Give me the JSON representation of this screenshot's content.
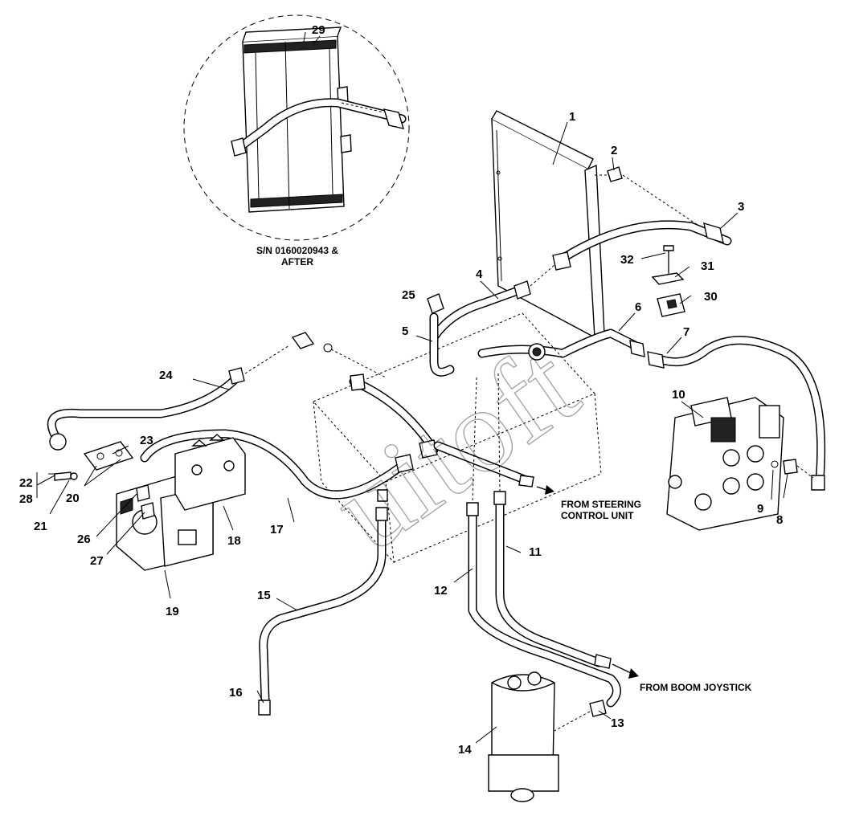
{
  "diagram": {
    "inset_note": [
      "S/N 0160020943 &",
      "AFTER"
    ],
    "flow_notes": {
      "steering": [
        "FROM STEERING",
        "CONTROL UNIT"
      ],
      "boom": "FROM BOOM JOYSTICK"
    },
    "watermark": "uitoft",
    "callouts": [
      "1",
      "2",
      "3",
      "4",
      "5",
      "6",
      "7",
      "8",
      "9",
      "10",
      "11",
      "12",
      "13",
      "14",
      "15",
      "16",
      "17",
      "18",
      "19",
      "20",
      "21",
      "22",
      "23",
      "24",
      "25",
      "26",
      "27",
      "28",
      "29",
      "30",
      "31",
      "32"
    ]
  }
}
